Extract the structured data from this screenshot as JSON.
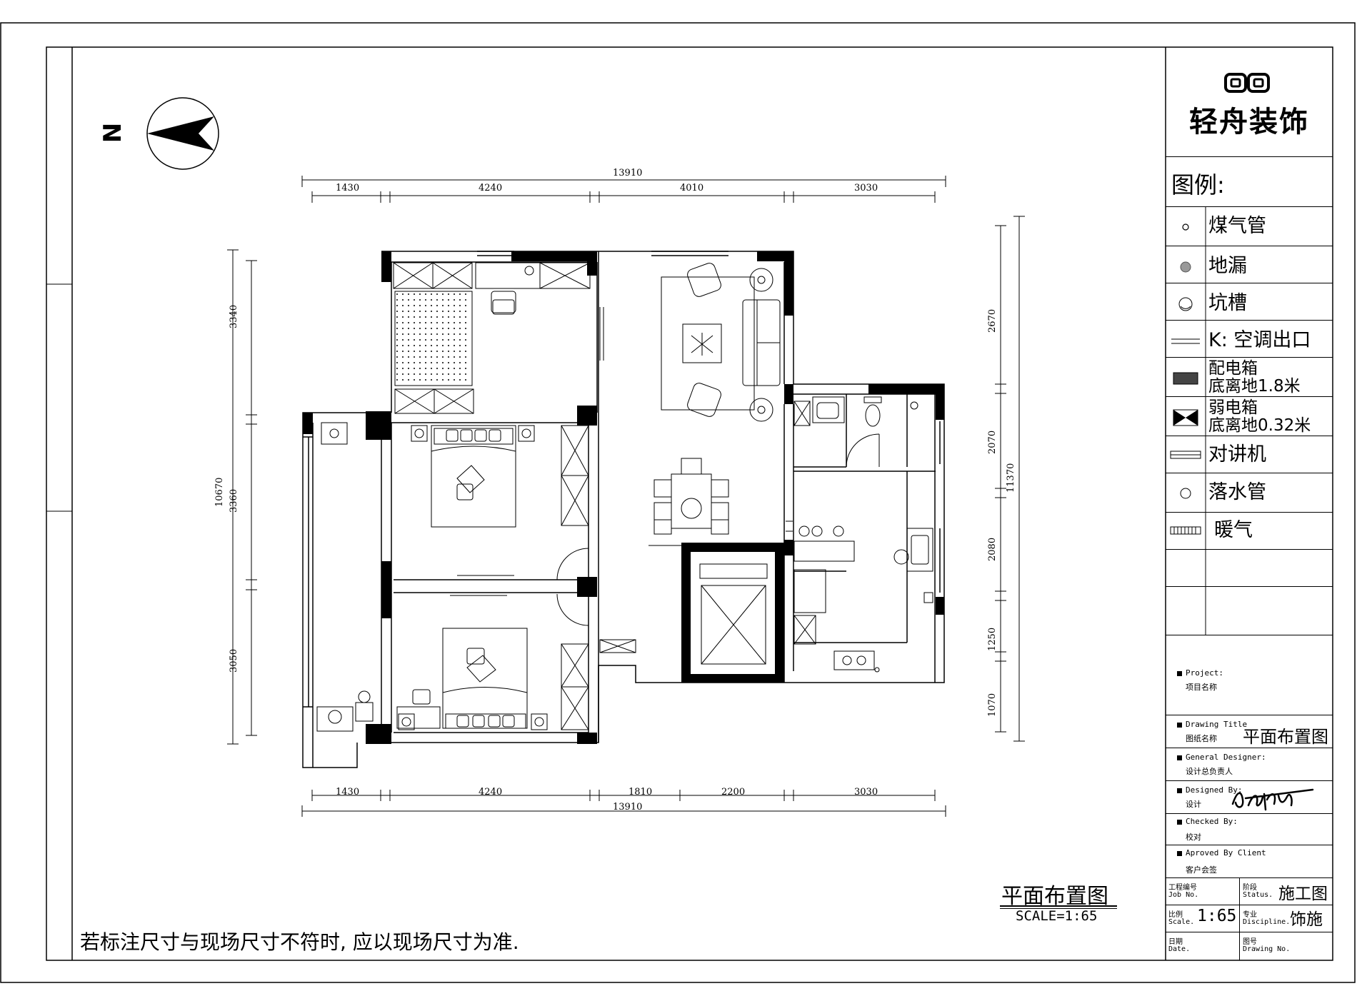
{
  "company": {
    "name": "轻舟装饰"
  },
  "compass": {
    "label": "N"
  },
  "plan": {
    "top_total": "13910",
    "top_dims": [
      "1430",
      "4240",
      "4010",
      "3030"
    ],
    "bottom_dims": [
      "1430",
      "4240",
      "1810",
      "2200",
      "3030"
    ],
    "bottom_total": "13910",
    "left_dims": [
      "3340",
      "3360",
      "3050"
    ],
    "left_total": "10670",
    "right_dims": [
      "2670",
      "2070",
      "2080",
      "1250",
      "1070"
    ],
    "right_total": "11370"
  },
  "legend": {
    "title": "图例:",
    "items": [
      {
        "label": "煤气管",
        "icon": "gas-pipe-icon"
      },
      {
        "label": "地漏",
        "icon": "floor-drain-icon"
      },
      {
        "label": "坑槽",
        "icon": "pit-icon"
      },
      {
        "label": "K: 空调出口",
        "icon": "ac-outlet-icon"
      },
      {
        "label": "配电箱",
        "sub": "底离地1.8米",
        "icon": "distribution-box-icon"
      },
      {
        "label": "弱电箱",
        "sub": "底离地0.32米",
        "icon": "weak-current-box-icon"
      },
      {
        "label": "对讲机",
        "icon": "intercom-icon"
      },
      {
        "label": "落水管",
        "icon": "downpipe-icon"
      },
      {
        "label": "暖气",
        "icon": "radiator-icon"
      }
    ]
  },
  "info": {
    "project_en": "Project:",
    "project_cn": "项目名称",
    "drawing_title_en": "Drawing Title",
    "drawing_title_cn": "图纸名称",
    "drawing_title_value": "平面布置图",
    "general_designer_en": "General Designer:",
    "general_designer_cn": "设计总负责人",
    "designed_by_en": "Designed By:",
    "designed_by_cn": "设计",
    "checked_by_en": "Checked By:",
    "checked_by_cn": "校对",
    "approved_en": "Aproved By Client",
    "approved_cn": "客户会签",
    "job_no_cn": "工程编号",
    "job_no_en": "Job No.",
    "status_cn": "阶段",
    "status_en": "Status.",
    "status_value": "施工图",
    "scale_cn": "比例",
    "scale_en": "Scale.",
    "scale_value": "1:65",
    "discipline_cn": "专业",
    "discipline_en": "Discipline.",
    "discipline_value": "饰施",
    "date_cn": "日期",
    "date_en": "Date.",
    "drawing_no_cn": "图号",
    "drawing_no_en": "Drawing No."
  },
  "caption": {
    "title": "平面布置图",
    "scale": "SCALE=1:65"
  },
  "footnote": "若标注尺寸与现场尺寸不符时, 应以现场尺寸为准."
}
